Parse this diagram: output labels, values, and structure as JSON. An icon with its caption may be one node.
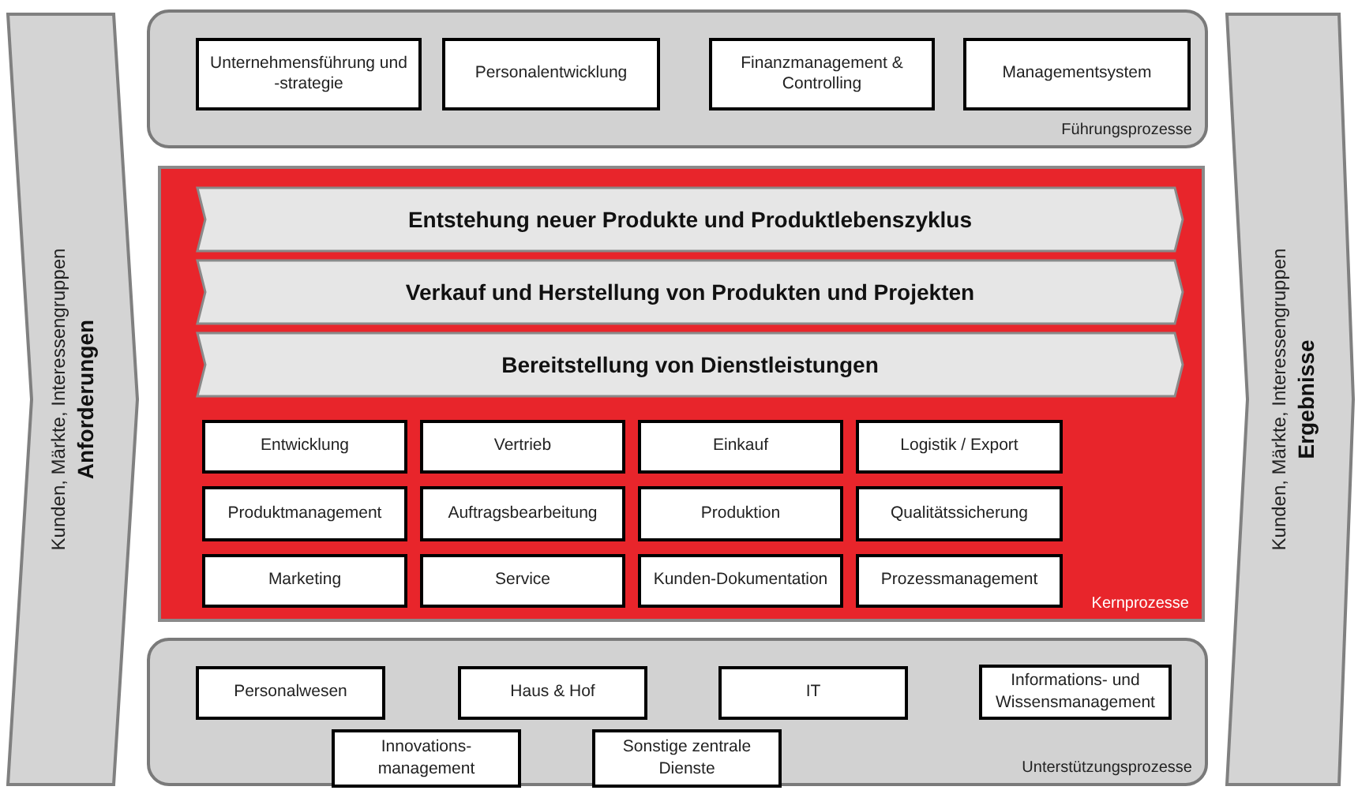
{
  "diagram": {
    "nodes": [
      {
        "text": [
          "Kunden, Märkte, Interessengruppen",
          "Anforderungen"
        ]
      },
      {
        "text": [
          "Führungsprozesse"
        ]
      },
      {
        "text": [
          "Unternehmensführung und -strategie"
        ],
        "in": 1
      },
      {
        "text": [
          "Personalentwicklung"
        ],
        "in": 1
      },
      {
        "text": [
          "Finanzmanagement & Controlling"
        ],
        "in": 1
      },
      {
        "text": [
          "Managementsystem"
        ],
        "in": 1
      },
      {
        "text": [
          "Kernprozesse"
        ]
      },
      {
        "text": [
          "Entstehung neuer Produkte und Produktlebenszyklus"
        ],
        "in": 6
      },
      {
        "text": [
          "Verkauf und Herstellung von Produkten und Projekten"
        ],
        "in": 6
      },
      {
        "text": [
          "Bereitstellung von Dienstleistungen"
        ],
        "in": 6
      },
      {
        "text": [
          "Entwicklung"
        ],
        "in": 6
      },
      {
        "text": [
          "Vertrieb"
        ],
        "in": 6
      },
      {
        "text": [
          "Einkauf"
        ],
        "in": 6
      },
      {
        "text": [
          "Logistik / Export"
        ],
        "in": 6
      },
      {
        "text": [
          "Produktmanagement"
        ],
        "in": 6
      },
      {
        "text": [
          "Auftragsbearbeitung"
        ],
        "in": 6
      },
      {
        "text": [
          "Produktion"
        ],
        "in": 6
      },
      {
        "text": [
          "Qualitätssicherung"
        ],
        "in": 6
      },
      {
        "text": [
          "Marketing"
        ],
        "in": 6
      },
      {
        "text": [
          "Service"
        ],
        "in": 6
      },
      {
        "text": [
          "Kunden-Dokumentation"
        ],
        "in": 6
      },
      {
        "text": [
          "Prozessmanagement"
        ],
        "in": 6
      },
      {
        "text": [
          "Unterstützungsprozesse"
        ]
      },
      {
        "text": [
          "Personalwesen"
        ],
        "in": 22
      },
      {
        "text": [
          "Haus & Hof"
        ],
        "in": 22
      },
      {
        "text": [
          "IT"
        ],
        "in": 22
      },
      {
        "text": [
          "Informations- und Wissensmanagement"
        ],
        "in": 22
      },
      {
        "text": [
          "Innovations- management"
        ],
        "in": 22
      },
      {
        "text": [
          "Sonstige zentrale Dienste"
        ],
        "in": 22
      },
      {
        "text": [
          "Kunden, Märkte, Interessengruppen",
          "Ergebnisse"
        ]
      }
    ]
  }
}
